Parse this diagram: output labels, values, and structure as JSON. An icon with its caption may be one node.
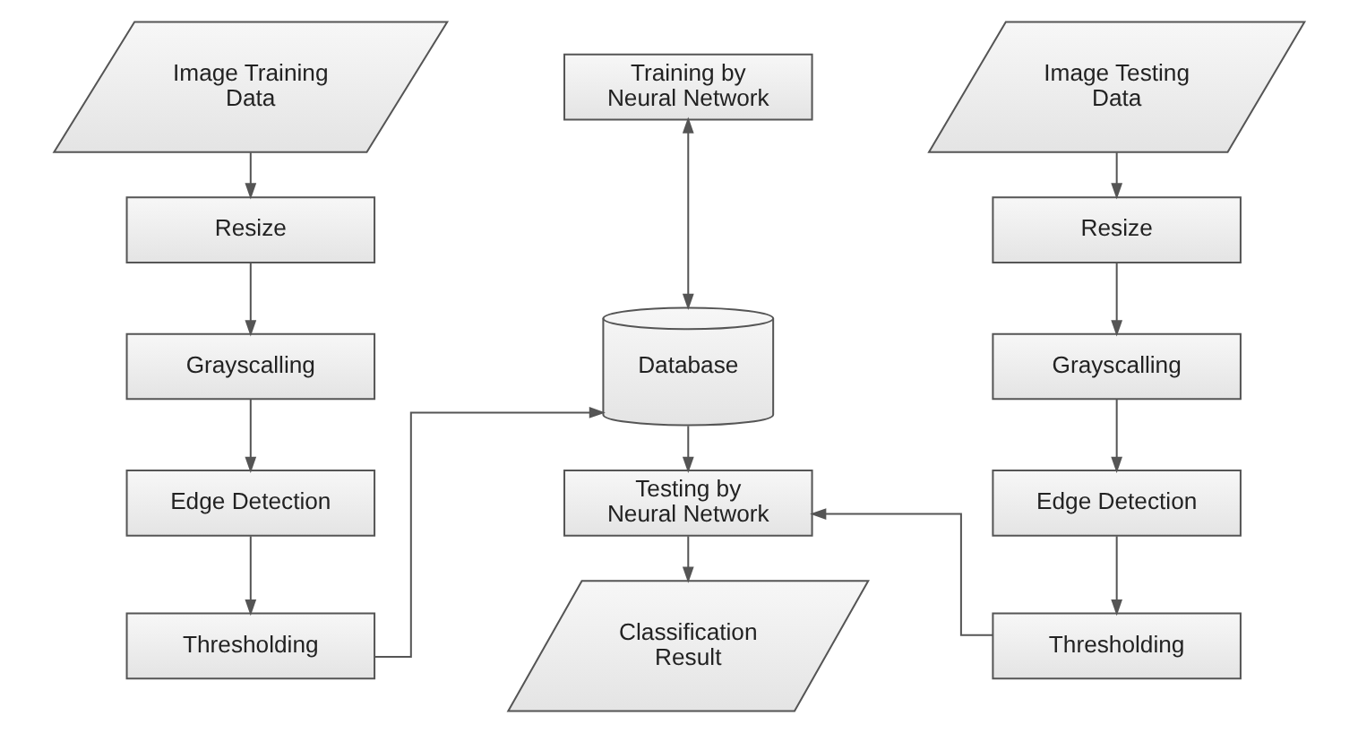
{
  "diagram": {
    "nodes": [
      {
        "text": [
          "Image Training Data"
        ]
      },
      {
        "text": [
          "Resize"
        ]
      },
      {
        "text": [
          "Grayscalling"
        ]
      },
      {
        "text": [
          "Edge Detection"
        ]
      },
      {
        "text": [
          "Thresholding"
        ]
      },
      {
        "text": [
          "Training by Neural Network"
        ]
      },
      {
        "text": [
          "Database"
        ]
      },
      {
        "text": [
          "Testing by Neural Network"
        ]
      },
      {
        "text": [
          "Classification Result"
        ]
      },
      {
        "text": [
          "Image Testing Data"
        ]
      },
      {
        "text": [
          "Resize"
        ]
      },
      {
        "text": [
          "Grayscalling"
        ]
      },
      {
        "text": [
          "Edge Detection"
        ]
      },
      {
        "text": [
          "Thresholding"
        ]
      }
    ],
    "edges": [
      {
        "from": 0,
        "to": 1,
        "arrow": "to"
      },
      {
        "from": 1,
        "to": 2,
        "arrow": "to"
      },
      {
        "from": 2,
        "to": 3,
        "arrow": "to"
      },
      {
        "from": 3,
        "to": 4,
        "arrow": "to"
      },
      {
        "from": 4,
        "to": 6,
        "arrow": "to"
      },
      {
        "from": 5,
        "to": 6,
        "arrow": "both"
      },
      {
        "from": 6,
        "to": 7,
        "arrow": "to"
      },
      {
        "from": 7,
        "to": 8,
        "arrow": "to"
      },
      {
        "from": 9,
        "to": 10,
        "arrow": "to"
      },
      {
        "from": 10,
        "to": 11,
        "arrow": "to"
      },
      {
        "from": 11,
        "to": 12,
        "arrow": "to"
      },
      {
        "from": 12,
        "to": 13,
        "arrow": "to"
      },
      {
        "from": 13,
        "to": 7,
        "arrow": "to"
      }
    ]
  }
}
